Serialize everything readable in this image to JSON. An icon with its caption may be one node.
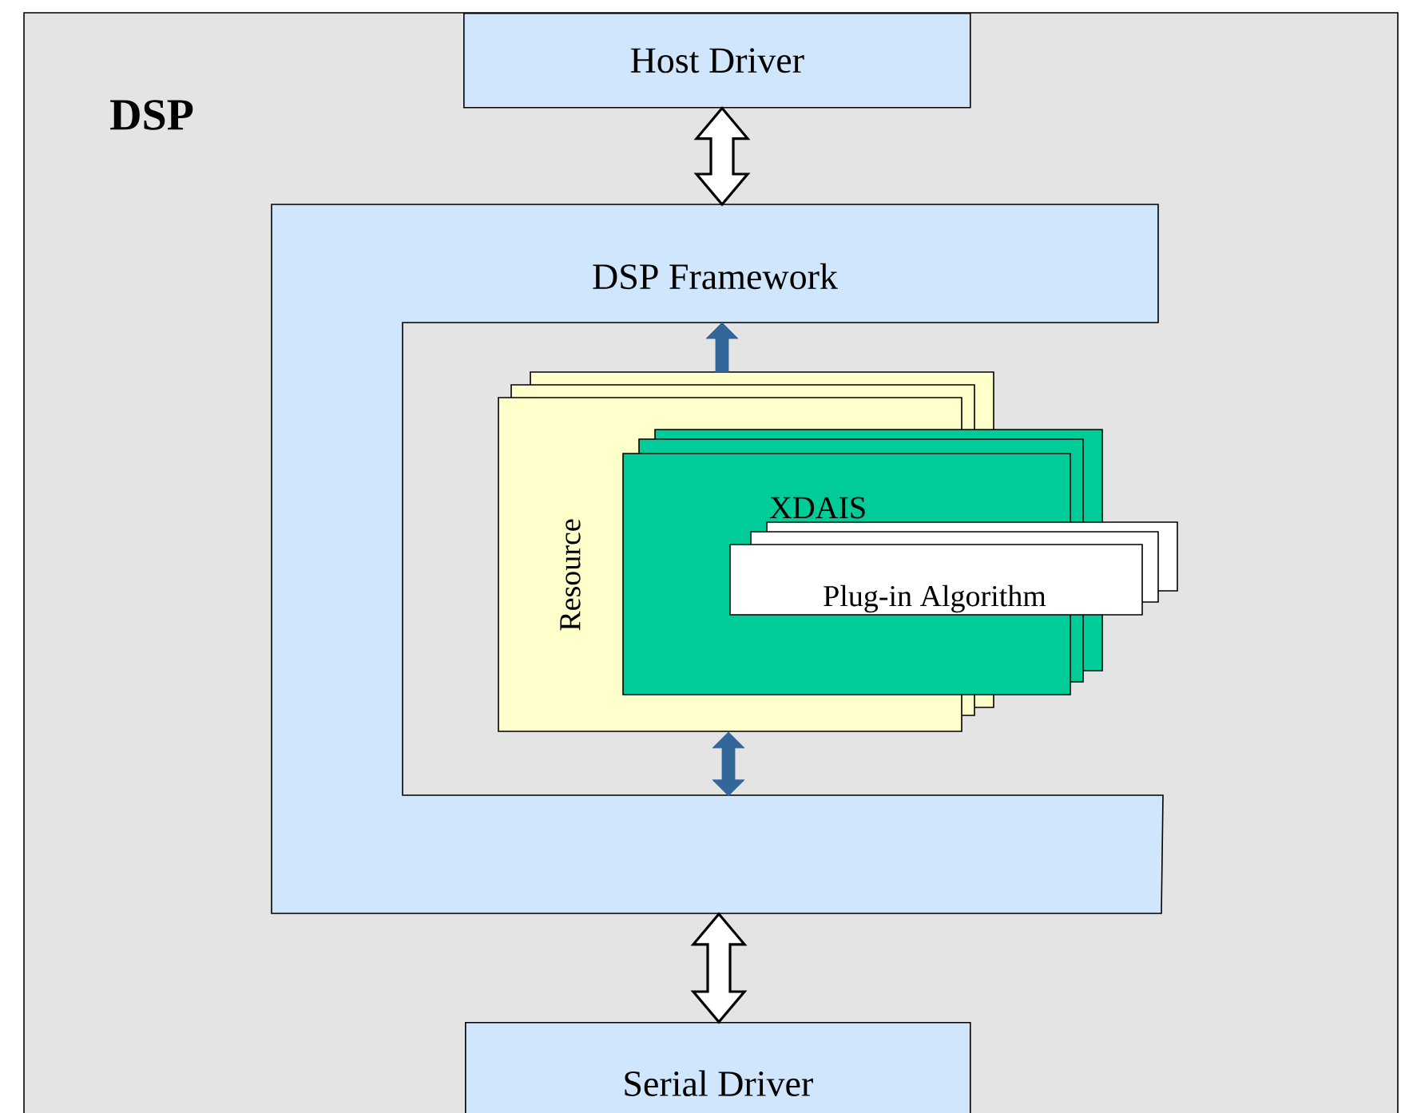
{
  "diagram": {
    "nodes": [
      {
        "text": [
          "DSP"
        ]
      },
      {
        "text": [
          "Host Driver"
        ],
        "in": 0
      },
      {
        "text": [
          "DSP Framework"
        ],
        "in": 0
      },
      {
        "text": [
          "Resource"
        ],
        "in": 0
      },
      {
        "text": [
          "XDAIS"
        ],
        "in": 0
      },
      {
        "text": [
          "Plug-in Algorithm"
        ],
        "in": 0
      },
      {
        "text": [
          "Serial Driver"
        ],
        "in": 0
      }
    ],
    "edges": [
      {
        "from": 1,
        "to": 2,
        "arrow": "both",
        "style": "thick",
        "color": "#ffffff"
      },
      {
        "from": 3,
        "to": 2,
        "arrow": "to",
        "color": "#336699"
      },
      {
        "from": 3,
        "to": 2,
        "arrow": "both",
        "color": "#336699"
      },
      {
        "from": 2,
        "to": 6,
        "arrow": "both",
        "style": "thick",
        "color": "#ffffff"
      }
    ]
  }
}
